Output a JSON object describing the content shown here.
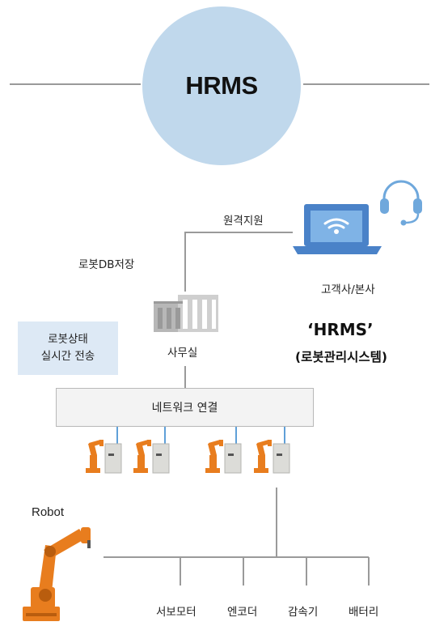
{
  "circle": {
    "title": "HRMS"
  },
  "labels": {
    "remote_support": "원격지원",
    "robot_db": "로봇DB저장",
    "customer_hq": "고객사/본사",
    "office": "사무실",
    "network": "네트워크 연결",
    "robot": "Robot"
  },
  "status_box": {
    "line1": "로봇상태",
    "line2": "실시간 전송"
  },
  "brand": {
    "title": "‘HRMS’",
    "subtitle": "(로봇관리시스템)"
  },
  "components": [
    "서보모터",
    "엔코더",
    "감속기",
    "배터리"
  ],
  "colors": {
    "circle": "#c0d8ec",
    "status_box": "#dde9f5",
    "laptop": "#4a82c8",
    "headset": "#6fa8dc",
    "robot": "#e87d1e",
    "controller": "#dcdcd8",
    "line": "#9a9a9a"
  },
  "icons": [
    "laptop-wifi-icon",
    "headset-icon",
    "office-building-icon",
    "industrial-robot-icon",
    "robot-controller-icon"
  ]
}
